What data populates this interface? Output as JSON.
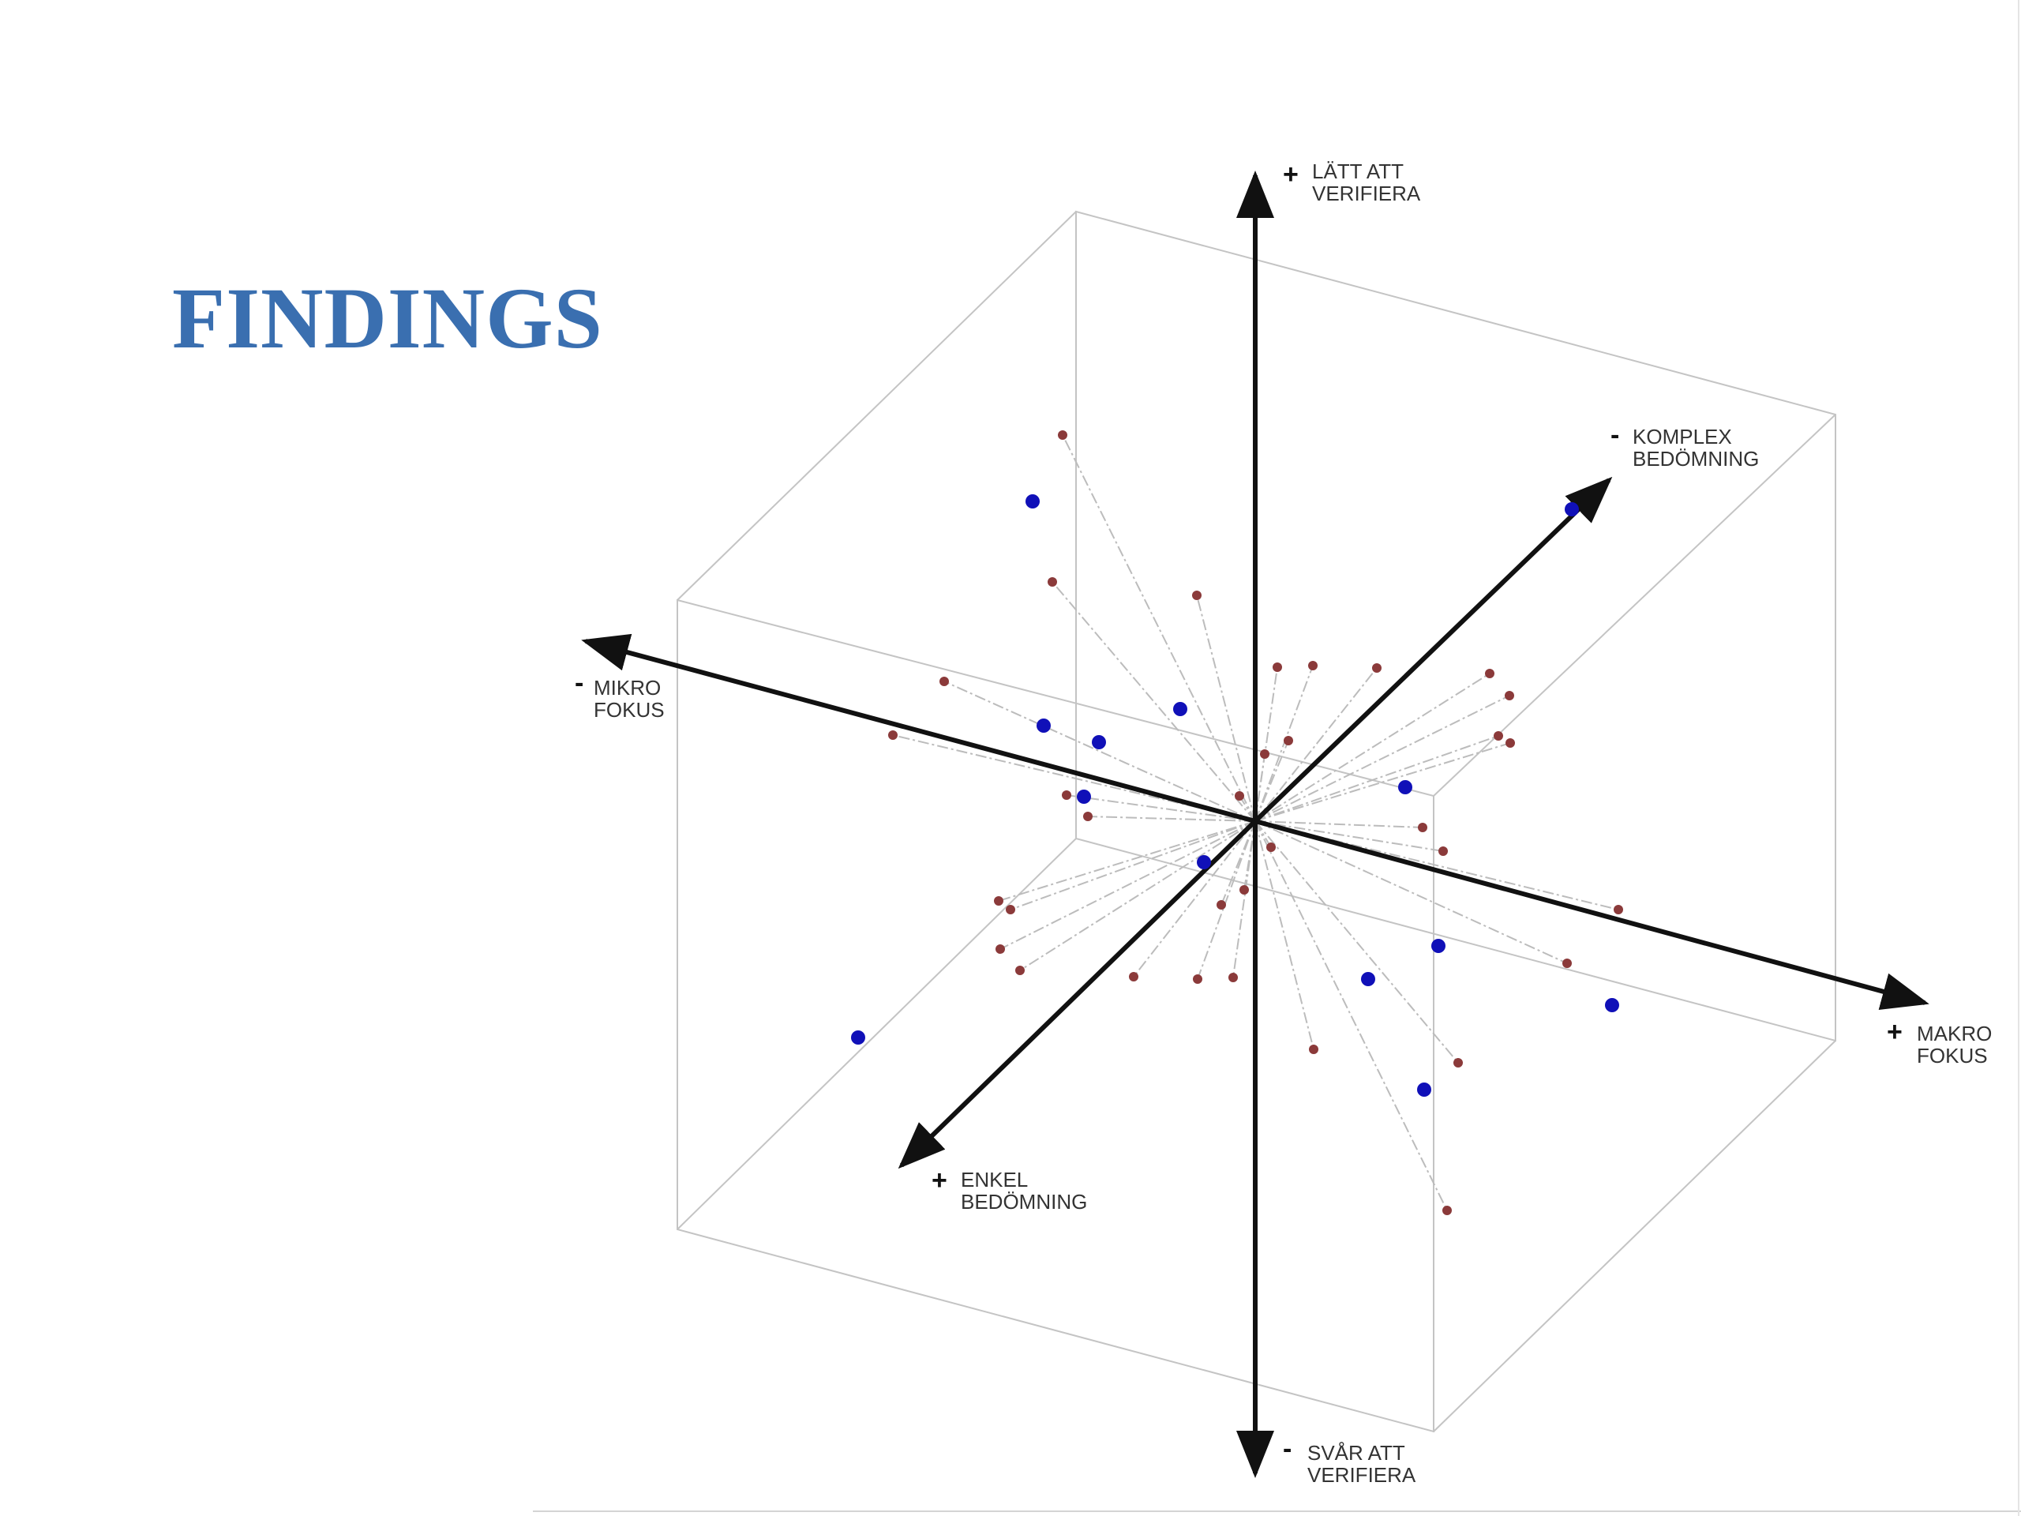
{
  "title": "FINDINGS",
  "axes": {
    "vertical_top": {
      "sign": "+",
      "lines": [
        "LÄTT ATT",
        "VERIFIERA"
      ]
    },
    "vertical_bottom": {
      "sign": "-",
      "lines": [
        "SVÅR ATT",
        "VERIFIERA"
      ]
    },
    "horizontal_left": {
      "sign": "-",
      "lines": [
        "MIKRO",
        "FOKUS"
      ]
    },
    "horizontal_right": {
      "sign": "+",
      "lines": [
        "MAKRO",
        "FOKUS"
      ]
    },
    "depth_back": {
      "sign": "-",
      "lines": [
        "KOMPLEX",
        "BEDÖMNING"
      ]
    },
    "depth_front": {
      "sign": "+",
      "lines": [
        "ENKEL",
        "BEDÖMNING"
      ]
    }
  },
  "colors": {
    "title": "#3a6fb0",
    "axis": "#111111",
    "cube_edges": "#c4c4c4",
    "spokes": "#bcbcbc",
    "small_markers": "#8b3a3a",
    "large_markers": "#1010b8"
  }
}
